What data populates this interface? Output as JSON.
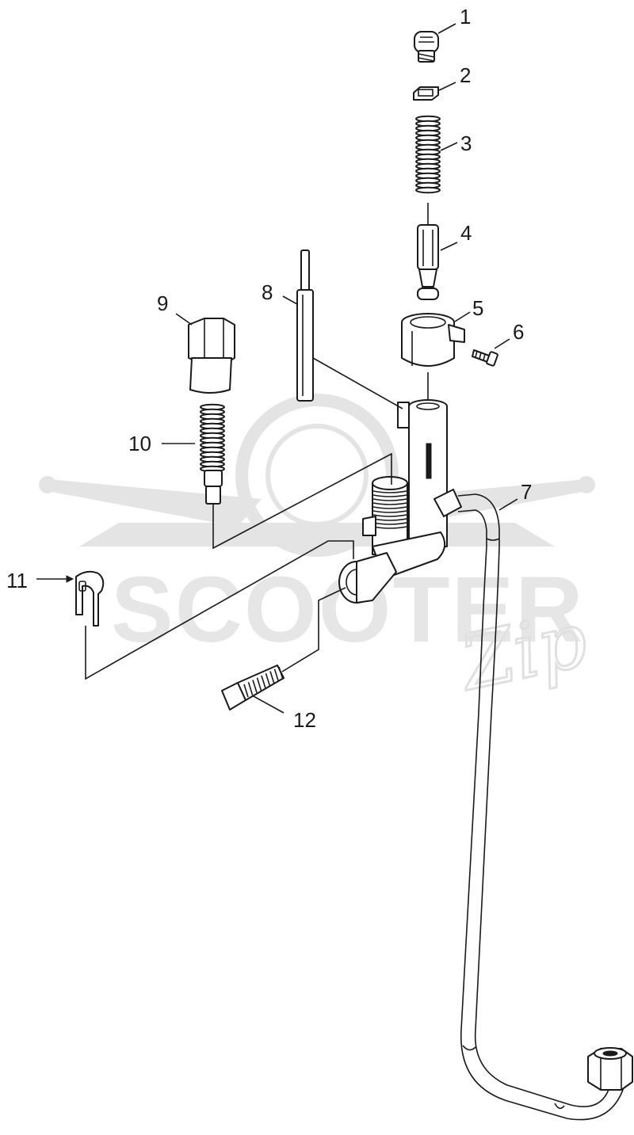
{
  "diagram": {
    "watermark": {
      "brand": "SCOOTER",
      "script": "Zip"
    },
    "callouts": [
      "1",
      "2",
      "3",
      "4",
      "5",
      "6",
      "7",
      "8",
      "9",
      "10",
      "11",
      "12"
    ],
    "parts": [
      {
        "number": "1",
        "icon": "cap-screw-icon"
      },
      {
        "number": "2",
        "icon": "ring-seal-icon"
      },
      {
        "number": "3",
        "icon": "spring-icon"
      },
      {
        "number": "4",
        "icon": "valve-pin-icon"
      },
      {
        "number": "5",
        "icon": "clamp-collar-icon"
      },
      {
        "number": "6",
        "icon": "screw-icon"
      },
      {
        "number": "7",
        "icon": "bent-pipe-icon"
      },
      {
        "number": "8",
        "icon": "rod-icon"
      },
      {
        "number": "9",
        "icon": "hex-cap-icon"
      },
      {
        "number": "10",
        "icon": "spring-plunger-icon"
      },
      {
        "number": "11",
        "icon": "clip-icon"
      },
      {
        "number": "12",
        "icon": "threaded-jet-icon"
      }
    ]
  }
}
